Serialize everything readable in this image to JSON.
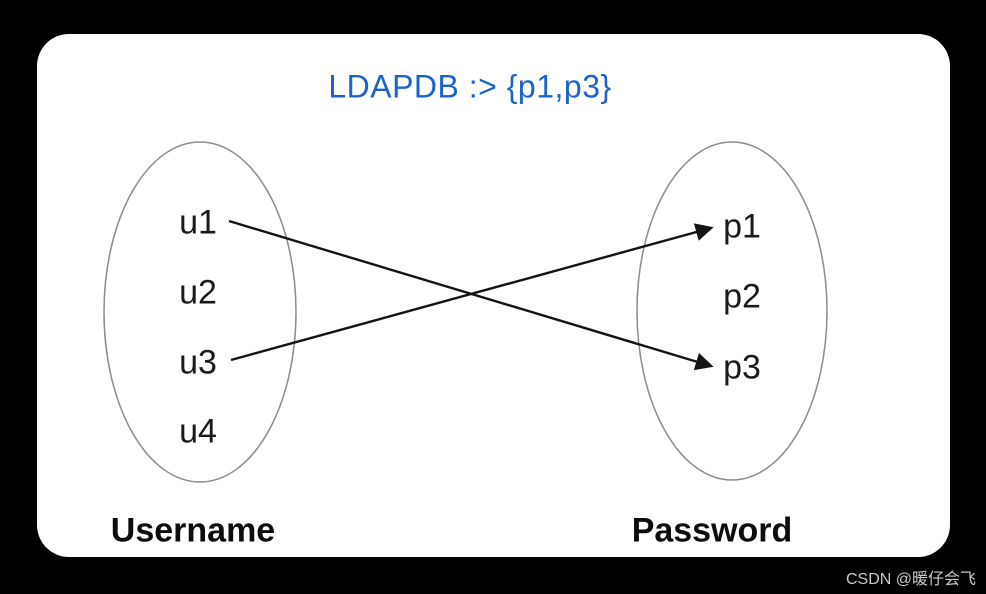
{
  "background_color": "#000000",
  "card": {
    "background_color": "#ffffff"
  },
  "title": {
    "text": "LDAPDB :> {p1,p3}",
    "color": "#1c63c9"
  },
  "diagram": {
    "left_set": {
      "label": "Username",
      "members": [
        "u1",
        "u2",
        "u3",
        "u4"
      ]
    },
    "right_set": {
      "label": "Password",
      "members": [
        "p1",
        "p2",
        "p3"
      ]
    },
    "mappings": [
      {
        "from": "u1",
        "to": "p3"
      },
      {
        "from": "u3",
        "to": "p1"
      }
    ],
    "ellipse_stroke_color": "#8c8c8c",
    "arrow_color": "#141414",
    "text_color": "#1a1a1a"
  },
  "watermark": {
    "text": "CSDN @暖仔会飞",
    "color": "#c9c9c9"
  }
}
